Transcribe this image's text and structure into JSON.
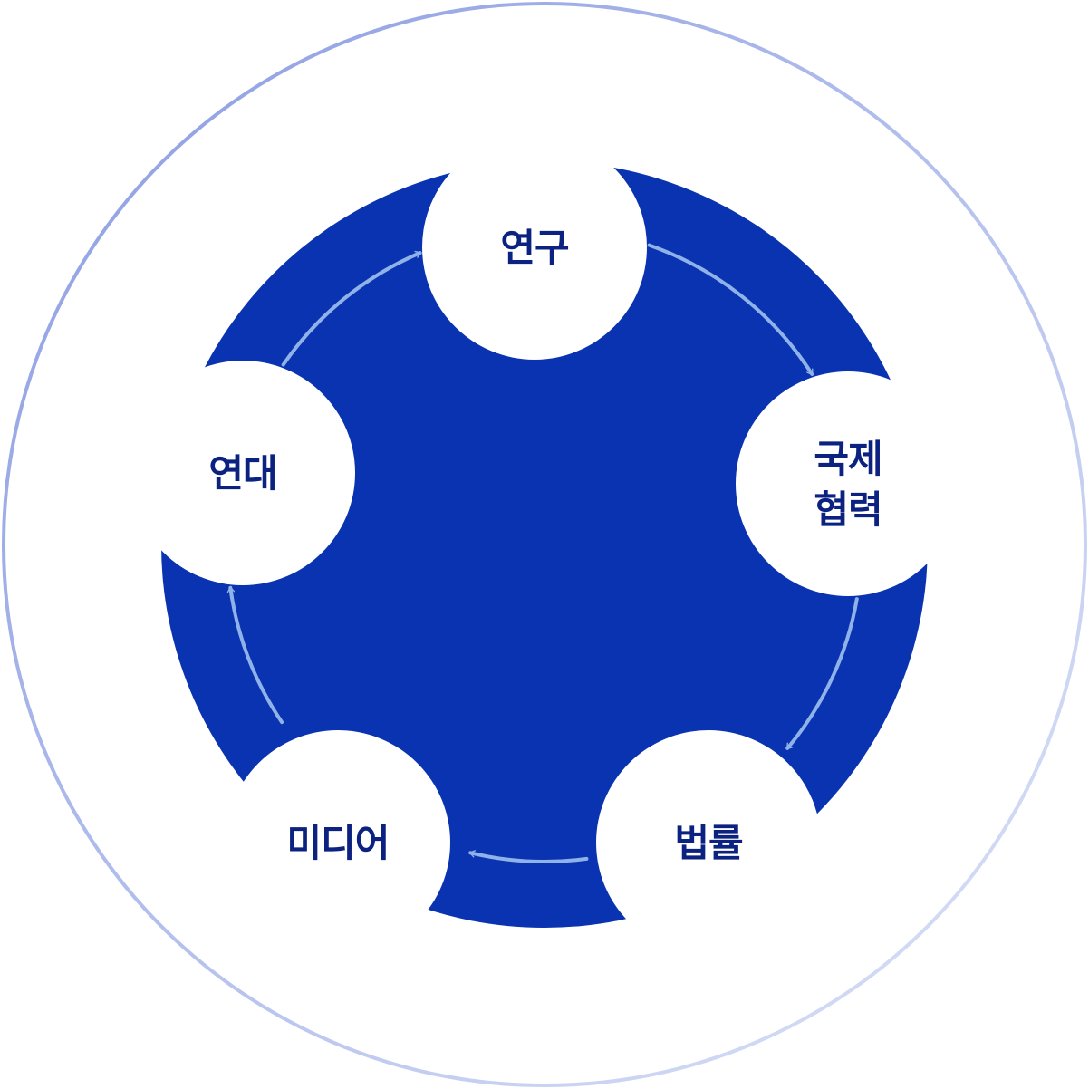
{
  "colors": {
    "outer_ring_start": "#8a9be2",
    "outer_ring_end": "#dde4f7",
    "inner_disc": "#0a33b1",
    "node_fill": "#ffffff",
    "node_text": "#0b2280",
    "arrow": "#8fb3e8"
  },
  "cycle": {
    "nodes": [
      {
        "id": "research",
        "lines": [
          "연구"
        ]
      },
      {
        "id": "international-cooperation",
        "lines": [
          "국제",
          "협력"
        ]
      },
      {
        "id": "law",
        "lines": [
          "법률"
        ]
      },
      {
        "id": "media",
        "lines": [
          "미디어"
        ]
      },
      {
        "id": "solidarity",
        "lines": [
          "연대"
        ]
      }
    ],
    "flow": [
      "research",
      "international-cooperation",
      "law",
      "media",
      "solidarity",
      "research"
    ]
  }
}
